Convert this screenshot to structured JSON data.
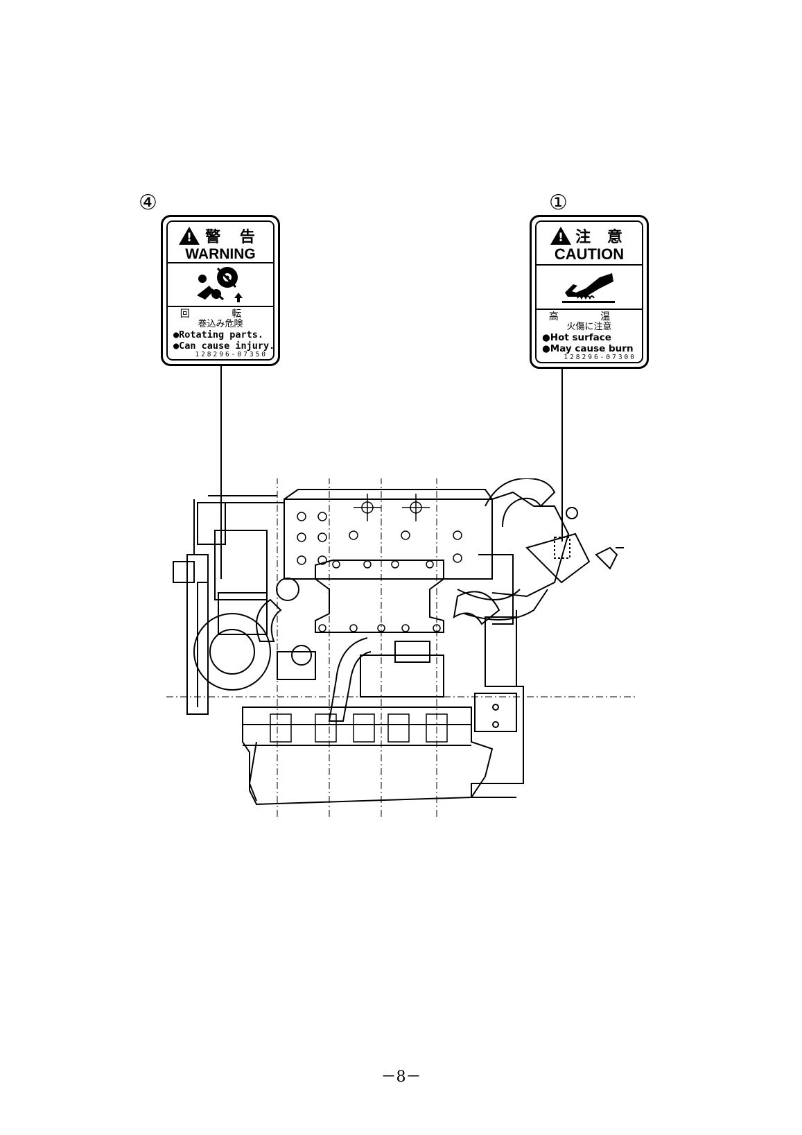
{
  "callouts": {
    "warning_number": "④",
    "caution_number": "①"
  },
  "warning_label": {
    "jp_title": "警 告",
    "title": "WARNING",
    "pictogram": "rotating-parts-hand-icon",
    "jp_line1": "回 転",
    "jp_line2": "巻込み危険",
    "en_line1": "●Rotating parts.",
    "en_line2": "●Can cause injury.",
    "part_code": "128296-07350"
  },
  "caution_label": {
    "jp_title": "注 意",
    "title": "CAUTION",
    "pictogram": "hot-surface-hand-icon",
    "jp_line1": "高 温",
    "jp_line2": "火傷に注意",
    "en_line1": "●Hot surface",
    "en_line2": "●May cause burn",
    "part_code": "128296-07300"
  },
  "page_number": "－8－"
}
